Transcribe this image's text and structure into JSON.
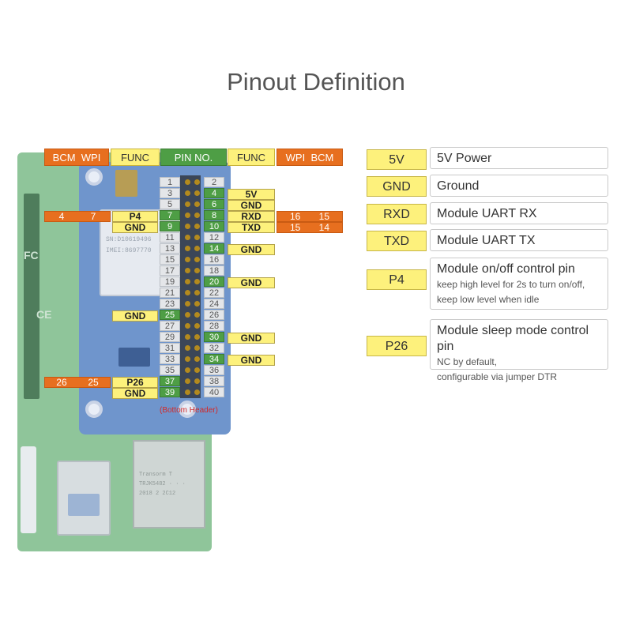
{
  "title": "Pinout Definition",
  "columns": {
    "left_bcm": "BCM",
    "left_wpi": "WPI",
    "left_func": "FUNC",
    "pin_no": "PIN NO.",
    "right_func": "FUNC",
    "right_wpi": "WPI",
    "right_bcm": "BCM"
  },
  "header_pins": {
    "odd": [
      "1",
      "3",
      "5",
      "7",
      "9",
      "11",
      "13",
      "15",
      "17",
      "19",
      "21",
      "23",
      "25",
      "27",
      "29",
      "31",
      "33",
      "35",
      "37",
      "39"
    ],
    "even": [
      "2",
      "4",
      "6",
      "8",
      "10",
      "12",
      "14",
      "16",
      "18",
      "20",
      "22",
      "24",
      "26",
      "28",
      "30",
      "32",
      "34",
      "36",
      "38",
      "40"
    ]
  },
  "left_labels": {
    "p7_bcm": "4",
    "p7_wpi": "7",
    "p7_func": "P4",
    "p9_func": "GND",
    "p25_func": "GND",
    "p37_bcm": "26",
    "p37_wpi": "25",
    "p37_func": "P26",
    "p39_func": "GND"
  },
  "right_labels": {
    "p4_func": "5V",
    "p6_func": "GND",
    "p8_func": "RXD",
    "p8_wpi": "16",
    "p8_bcm": "15",
    "p10_func": "TXD",
    "p10_wpi": "15",
    "p10_bcm": "14",
    "p14_func": "GND",
    "p20_func": "GND",
    "p30_func": "GND",
    "p34_func": "GND"
  },
  "bottom_header_label": "(Bottom Header)",
  "board_text": {
    "sn": "SN:D10619496",
    "imei": "IMEI:8697770"
  },
  "legend": [
    {
      "key": "5V",
      "main": "5V Power",
      "sub": []
    },
    {
      "key": "GND",
      "main": "Ground",
      "sub": []
    },
    {
      "key": "RXD",
      "main": "Module UART RX",
      "sub": []
    },
    {
      "key": "TXD",
      "main": "Module UART TX",
      "sub": []
    },
    {
      "key": "P4",
      "main": "Module on/off control pin",
      "sub": [
        "keep high level for 2s to turn on/off,",
        "keep low level when idle"
      ]
    },
    {
      "key": "P26",
      "main": "Module sleep mode control pin",
      "sub": [
        "NC by default,",
        "configurable via jumper DTR"
      ]
    }
  ],
  "colors": {
    "orange": "#e76f1f",
    "yellow": "#fdf17c",
    "green": "#4e9e45",
    "module_blue": "#6f95cc",
    "pcb_green": "#8fc59a"
  }
}
